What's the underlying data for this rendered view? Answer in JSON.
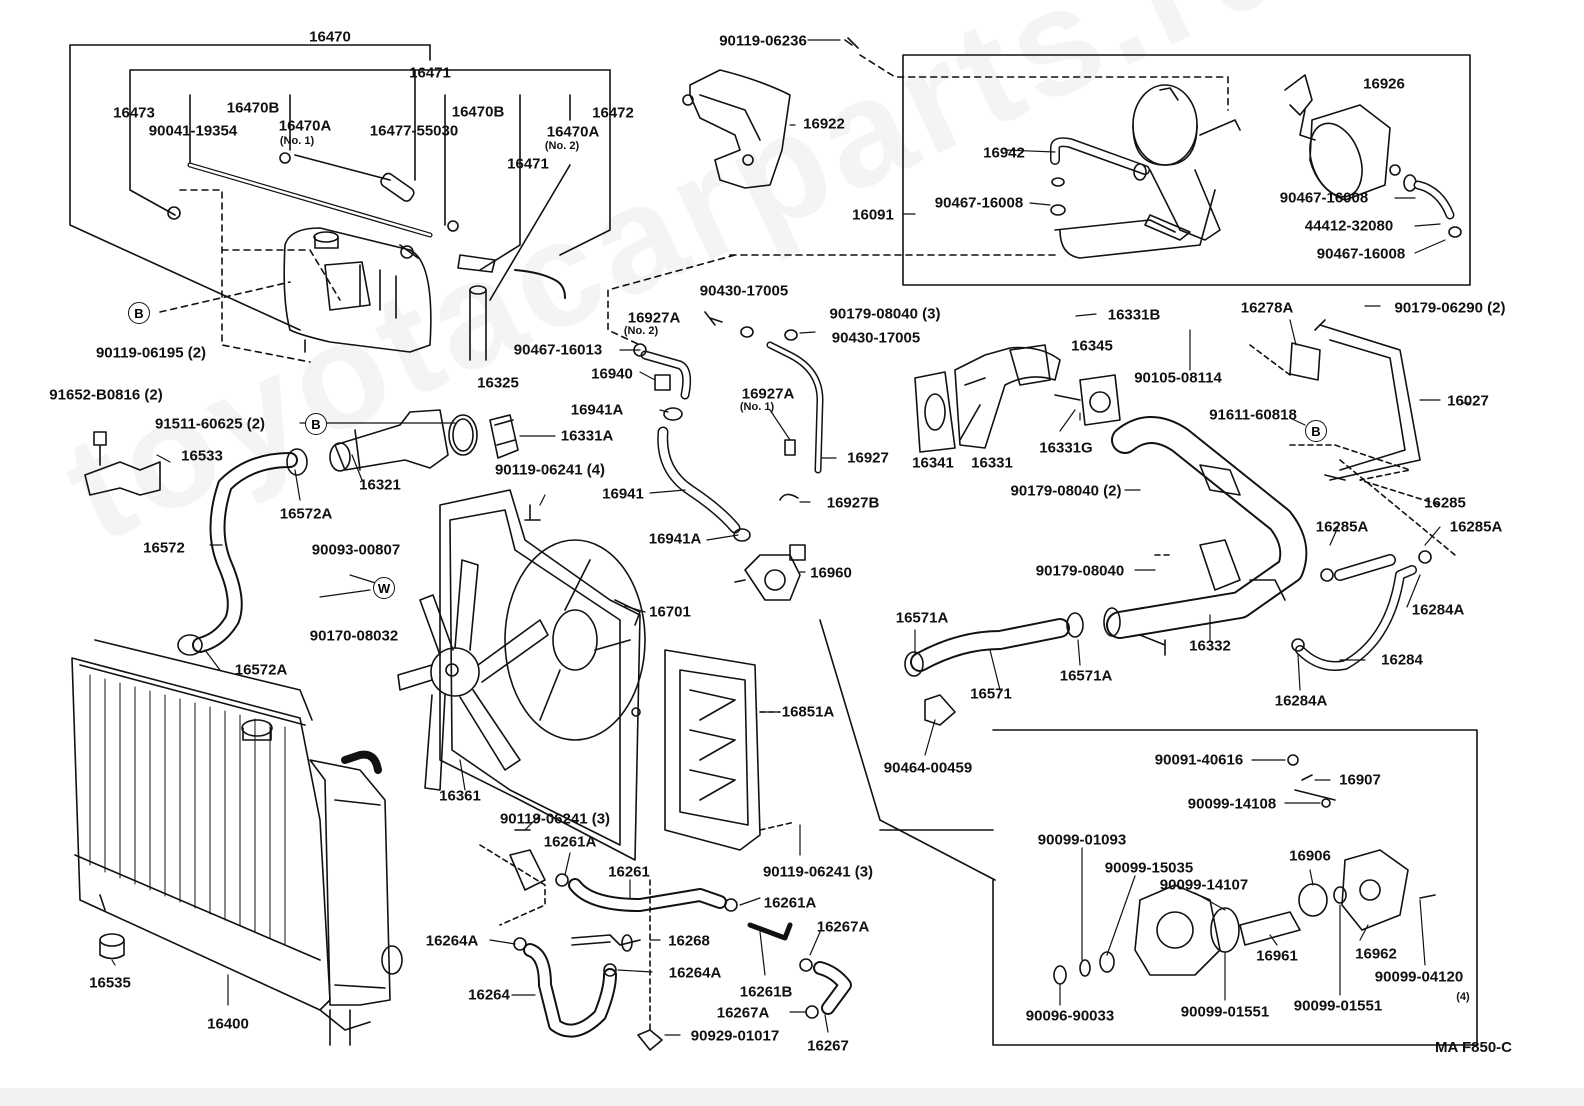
{
  "diagram": {
    "figure_code": "MA F850-C",
    "watermark": "toyotacarparts.ru",
    "callout_circles": {
      "b": "B",
      "w": "W"
    },
    "labels": {
      "l16470": "16470",
      "l16471top": "16471",
      "l16473": "16473",
      "l16470B_a": "16470B",
      "l90041": "90041-19354",
      "l16470A_a": "16470A",
      "l16470A_a_sub": "(No. 1)",
      "l16477": "16477-55030",
      "l16470B_b": "16470B",
      "l16472": "16472",
      "l16470A_b": "16470A",
      "l16470A_b_sub": "(No. 2)",
      "l16471mid": "16471",
      "l90119_06195": "90119-06195 (2)",
      "l90119_06236": "90119-06236",
      "l16922": "16922",
      "l16942": "16942",
      "l16926": "16926",
      "l90467_a": "90467-16008",
      "l16091": "16091",
      "l90467_b": "90467-16008",
      "l44412": "44412-32080",
      "l90467_c": "90467-16008",
      "l91652": "91652-B0816 (2)",
      "l16325": "16325",
      "l91511": "91511-60625 (2)",
      "l16331A": "16331A",
      "l16533": "16533",
      "l16321": "16321",
      "l16572A_a": "16572A",
      "l16572": "16572",
      "l16572A_b": "16572A",
      "l90430_a": "90430-17005",
      "l16927A_a": "16927A",
      "l16927A_a_sub": "(No. 2)",
      "l90467_13": "90467-16013",
      "l16940": "16940",
      "l90430_b": "90430-17005",
      "l90179_3": "90179-08040 (3)",
      "l16941A_a": "16941A",
      "l16927A_b": "16927A",
      "l16927A_b_sub": "(No. 1)",
      "l16927": "16927",
      "l90119_4": "90119-06241 (4)",
      "l16941": "16941",
      "l16927B": "16927B",
      "l16941A_b": "16941A",
      "l16960": "16960",
      "l90093": "90093-00807",
      "l90170": "90170-08032",
      "l16701": "16701",
      "l16851A": "16851A",
      "l16361": "16361",
      "l90119_3a": "90119-06241 (3)",
      "l90119_3b": "90119-06241 (3)",
      "l16331B": "16331B",
      "l16345": "16345",
      "l90105": "90105-08114",
      "l16278A": "16278A",
      "l90179_06290": "90179-06290 (2)",
      "l16027": "16027",
      "l91611": "91611-60818",
      "l16341": "16341",
      "l16331": "16331",
      "l16331G": "16331G",
      "l90179_2": "90179-08040 (2)",
      "l16285": "16285",
      "l16285A_a": "16285A",
      "l16285A_b": "16285A",
      "l90179_single": "90179-08040",
      "l16284A_a": "16284A",
      "l16571A_a": "16571A",
      "l16332": "16332",
      "l16284": "16284",
      "l16571": "16571",
      "l16571A_b": "16571A",
      "l16284A_b": "16284A",
      "l90464": "90464-00459",
      "l90091": "90091-40616",
      "l16907": "16907",
      "l90099_14108": "90099-14108",
      "l90099_01093": "90099-01093",
      "l90099_15035": "90099-15035",
      "l90099_14107": "90099-14107",
      "l16906": "16906",
      "l16961": "16961",
      "l16962": "16962",
      "l90099_04120": "90099-04120",
      "l90099_04120_sub": "(4)",
      "l90096": "90096-90033",
      "l90099_01551_a": "90099-01551",
      "l90099_01551_b": "90099-01551",
      "l16261A_a": "16261A",
      "l16261": "16261",
      "l16261A_b": "16261A",
      "l16264A_a": "16264A",
      "l16268": "16268",
      "l16267A_a": "16267A",
      "l16264": "16264",
      "l16264A_b": "16264A",
      "l16261B": "16261B",
      "l16267A_b": "16267A",
      "l90929": "90929-01017",
      "l16267": "16267",
      "l16535": "16535",
      "l16400": "16400"
    }
  }
}
